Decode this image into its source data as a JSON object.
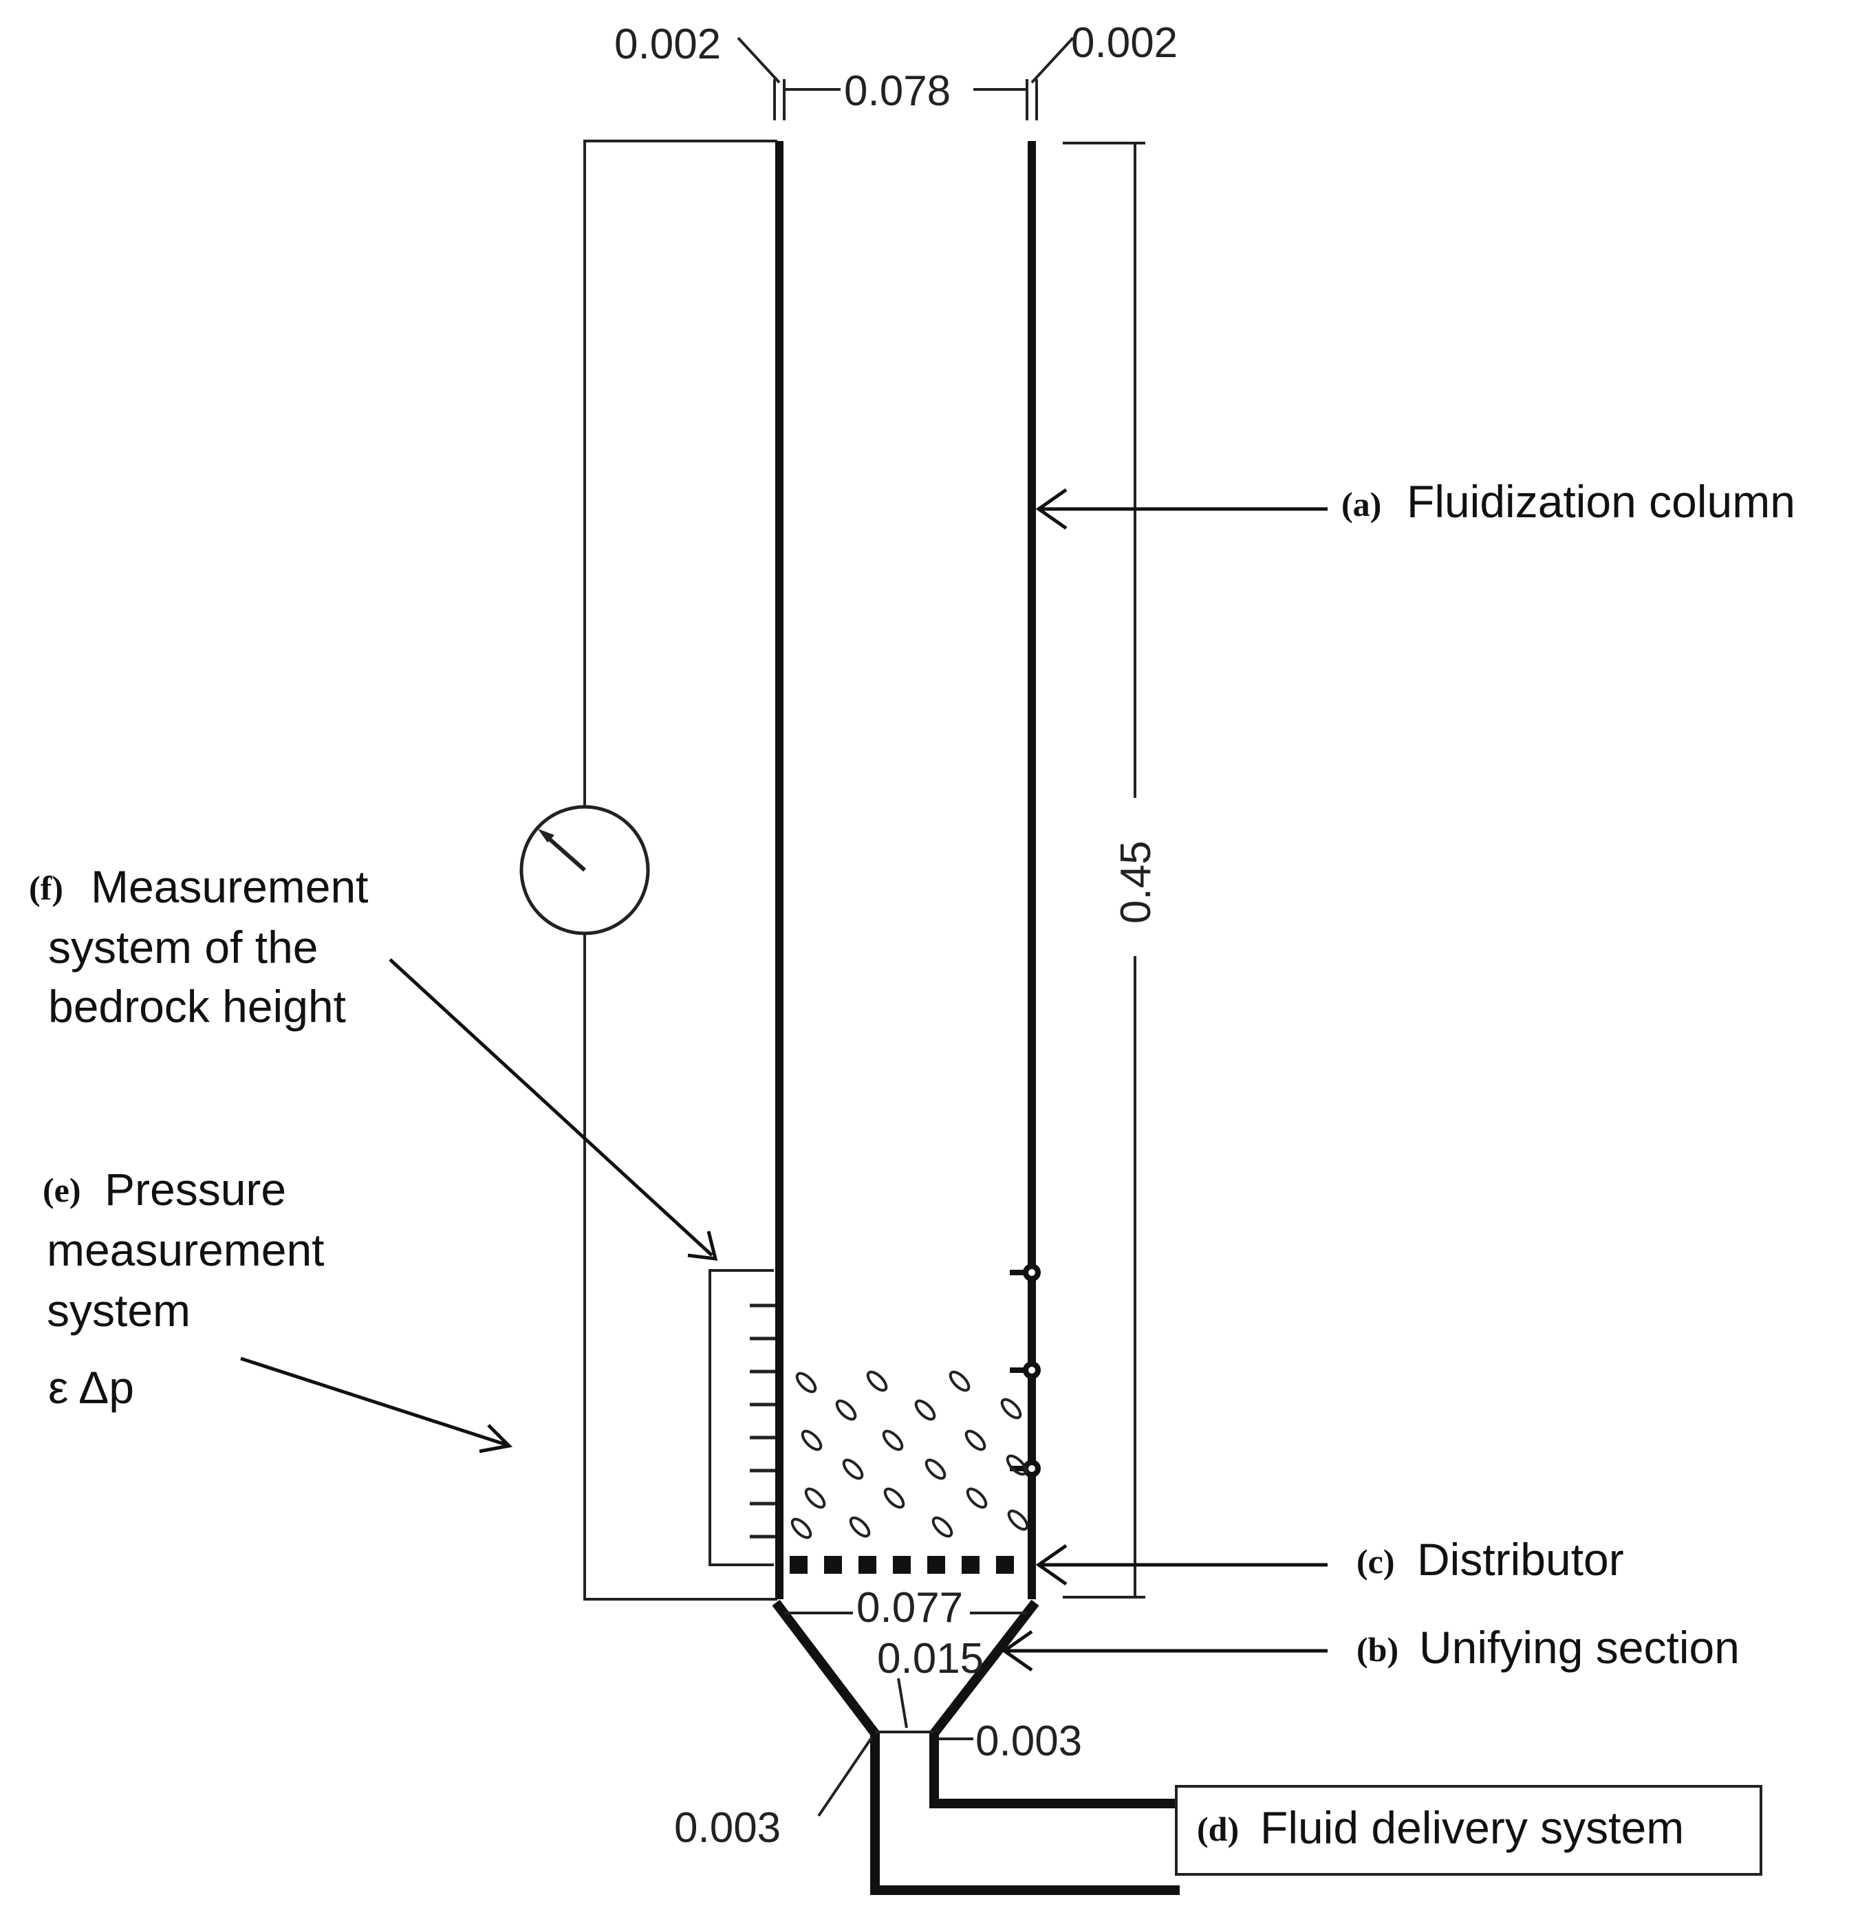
{
  "dimensions": {
    "wall_left": "0.002",
    "wall_right": "0.002",
    "inner_top_width": "0.078",
    "column_height": "0.45",
    "bottom_width": "0.077",
    "throat_width": "0.015",
    "inlet_right": "0.003",
    "inlet_left": "0.003"
  },
  "labels": {
    "a": {
      "tag": "(a)",
      "text": "Fluidization column"
    },
    "b": {
      "tag": "(b)",
      "text": "Unifying section"
    },
    "c": {
      "tag": "(c)",
      "text": "Distributor"
    },
    "d": {
      "tag": "(d)",
      "text": "Fluid delivery system"
    },
    "e": {
      "tag": "(e)",
      "lines": [
        "Pressure",
        "measurement",
        "system"
      ],
      "symbols": "ε Δp"
    },
    "f": {
      "tag": "(f)",
      "lines": [
        "Measurement",
        "system of the",
        "bedrock height"
      ]
    }
  }
}
